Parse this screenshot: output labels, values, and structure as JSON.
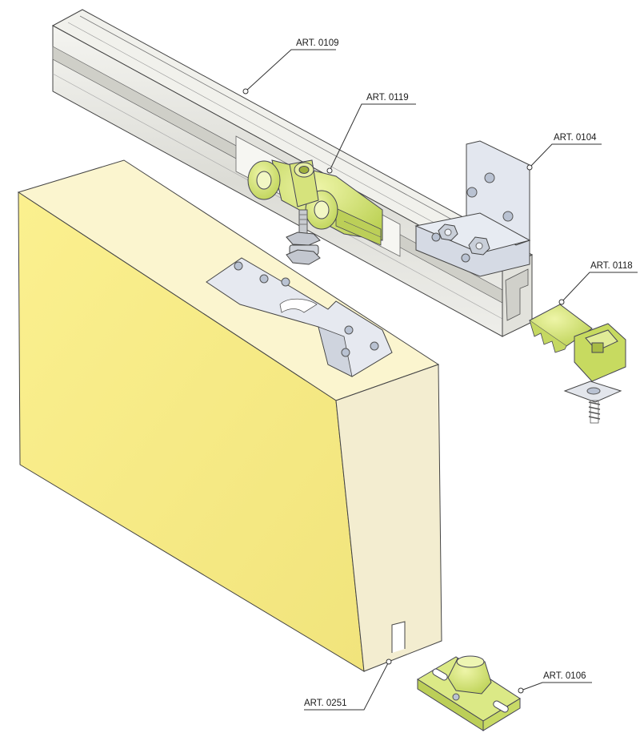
{
  "callouts": [
    {
      "id": "rail",
      "label": "ART. 0109"
    },
    {
      "id": "trolley",
      "label": "ART. 0119"
    },
    {
      "id": "bracket",
      "label": "ART. 0104"
    },
    {
      "id": "stop",
      "label": "ART. 0118"
    },
    {
      "id": "groove",
      "label": "ART. 0251"
    },
    {
      "id": "floor-guide",
      "label": "ART. 0106"
    }
  ],
  "colors": {
    "door-face": "#f6ea8a",
    "door-top": "#fbf5cf",
    "door-side": "#f3edd0",
    "rail": "#e7e7e2",
    "metal": "#d9dde6",
    "green-part": "#cddf6e",
    "outline": "#333333"
  }
}
